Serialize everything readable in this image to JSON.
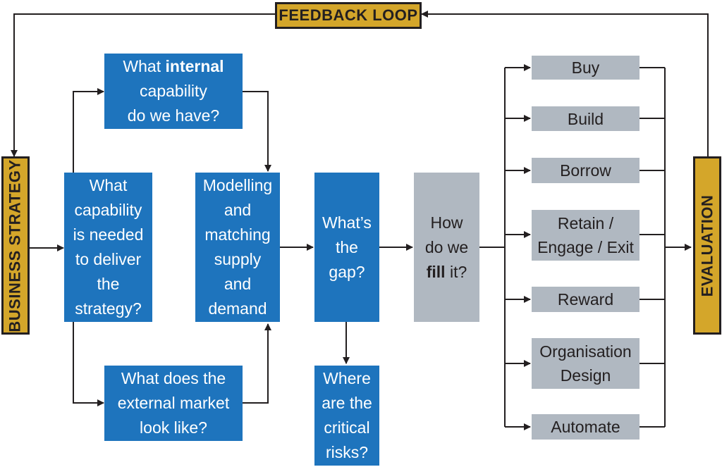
{
  "feedback_loop": "FEEDBACK LOOP",
  "business_strategy": "BUSINESS STRATEGY",
  "evaluation": "EVALUATION",
  "capability_needed": {
    "l1": "What",
    "l2": "capability",
    "l3": "is needed",
    "l4": "to deliver",
    "l5": "the",
    "l6": "strategy?"
  },
  "internal_capability": {
    "pre": "What ",
    "bold1": "internal",
    "bold2": "capability",
    "l3": "do we have?"
  },
  "external_market": {
    "l1": "What does the",
    "bold": "external market",
    "l3": "look like?"
  },
  "modelling": {
    "l1": "Modelling",
    "l2": "and",
    "l3": "matching",
    "l4": "supply",
    "l5": "and",
    "l6": "demand"
  },
  "gap": {
    "l1": "What’s",
    "l2": "the",
    "l3": "gap?"
  },
  "risks": {
    "l1": "Where",
    "l2": "are the",
    "l3": "critical",
    "l4": "risks?"
  },
  "fill": {
    "l1": "How",
    "l2": "do we",
    "bold": "fill",
    "post": " it?"
  },
  "options": [
    {
      "l1": "Buy"
    },
    {
      "l1": "Build"
    },
    {
      "l1": "Borrow"
    },
    {
      "l1": "Retain /",
      "l2": "Engage / Exit"
    },
    {
      "l1": "Reward"
    },
    {
      "l1": "Organisation",
      "l2": "Design"
    },
    {
      "l1": "Automate"
    }
  ],
  "colors": {
    "blue": "#1e74bd",
    "grey": "#b0b8c1",
    "gold": "#d4a62a",
    "ink": "#231f20"
  }
}
